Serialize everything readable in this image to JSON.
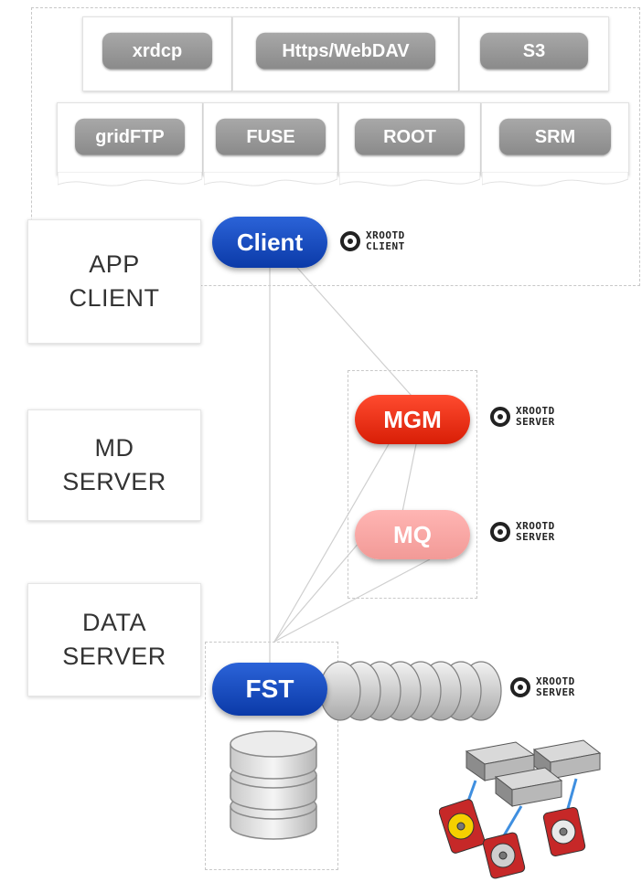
{
  "protocols": {
    "row1": [
      "xrdcp",
      "Https/WebDAV",
      "S3"
    ],
    "row2": [
      "gridFTP",
      "FUSE",
      "ROOT",
      "SRM"
    ]
  },
  "roles": {
    "app_client": "APP\nCLIENT",
    "md_server": "MD\nSERVER",
    "data_server": "DATA\nSERVER"
  },
  "components": {
    "client": "Client",
    "mgm": "MGM",
    "mq": "MQ",
    "fst": "FST"
  },
  "logos": {
    "xrootd": "XROOTD",
    "client": "CLIENT",
    "server": "SERVER"
  },
  "colors": {
    "client": "#0b3aa8",
    "fst": "#0b3aa8",
    "mgm": "#e0230a",
    "mq": "#f4a3a0",
    "protocol": "#8c8c8c"
  }
}
